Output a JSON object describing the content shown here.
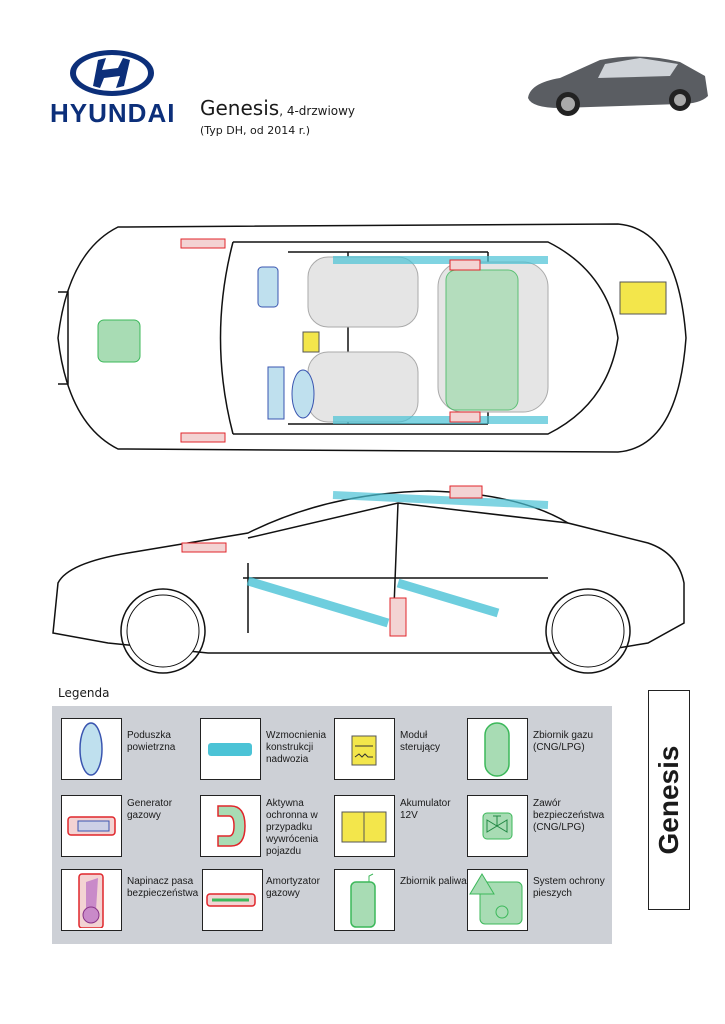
{
  "header": {
    "brand": "HYUNDAI",
    "model": "Genesis",
    "variant": ", 4-drzwiowy",
    "subtitle": "(Typ DH, od 2014 r.)"
  },
  "legend": {
    "title": "Legenda",
    "items": [
      {
        "label": "Poduszka powietrzna",
        "icon": "airbag-icon"
      },
      {
        "label": "Wzmocnienia konstrukcji nadwozia",
        "icon": "body-reinforcement-icon"
      },
      {
        "label": "Moduł sterujący",
        "icon": "control-module-icon"
      },
      {
        "label": "Zbiornik gazu (CNG/LPG)",
        "icon": "gas-tank-icon"
      },
      {
        "label": "Generator gazowy",
        "icon": "gas-generator-icon"
      },
      {
        "label": "Aktywna ochronna w przypadku wywrócenia pojazdu",
        "icon": "rollover-protection-icon"
      },
      {
        "label": "Akumulator 12V",
        "icon": "battery-icon"
      },
      {
        "label": "Zawór bezpieczeństwa (CNG/LPG)",
        "icon": "safety-valve-icon"
      },
      {
        "label": "Napinacz pasa bezpieczeństwa",
        "icon": "belt-tensioner-icon"
      },
      {
        "label": "Amortyzator gazowy",
        "icon": "gas-strut-icon"
      },
      {
        "label": "Zbiornik paliwa",
        "icon": "fuel-tank-icon"
      },
      {
        "label": "System ochrony pieszych",
        "icon": "pedestrian-protection-icon"
      }
    ]
  },
  "side_title": "Genesis",
  "colors": {
    "airbag": "#bfe0ee",
    "reinforcement": "#4bc3d6",
    "red": "#e0262b",
    "green": "#a8dcb4",
    "yellow": "#f3e64b",
    "brand": "#0c2f7a"
  }
}
